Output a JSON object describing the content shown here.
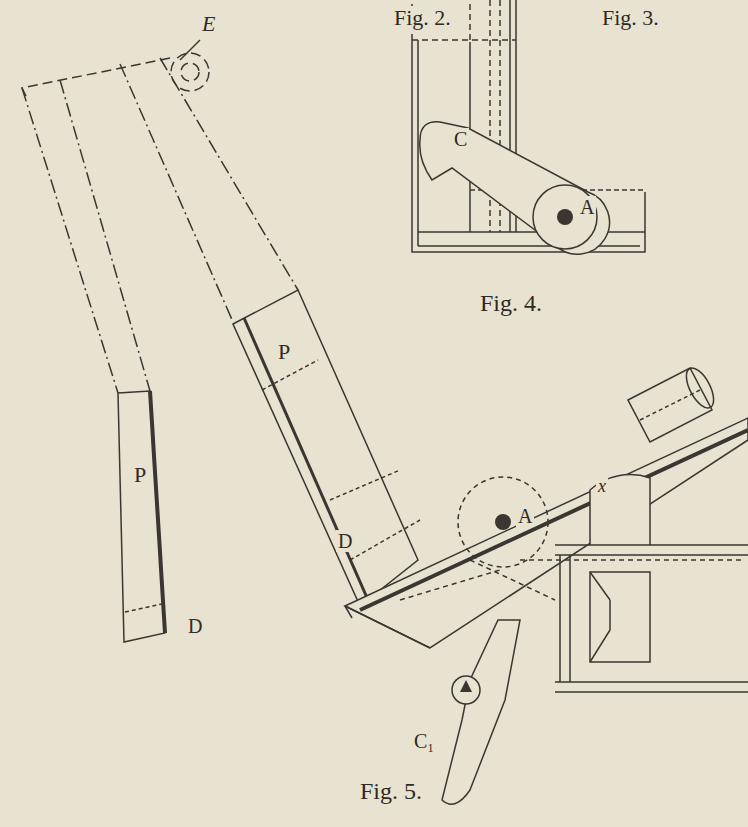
{
  "diagram": {
    "labels": [
      "Fig. 2.",
      "Fig. 3.",
      "E",
      "P",
      "P",
      "D",
      "D",
      "C",
      "A",
      "Fig. 4.",
      "x",
      "A",
      "C₁",
      "Fig. 5."
    ]
  }
}
